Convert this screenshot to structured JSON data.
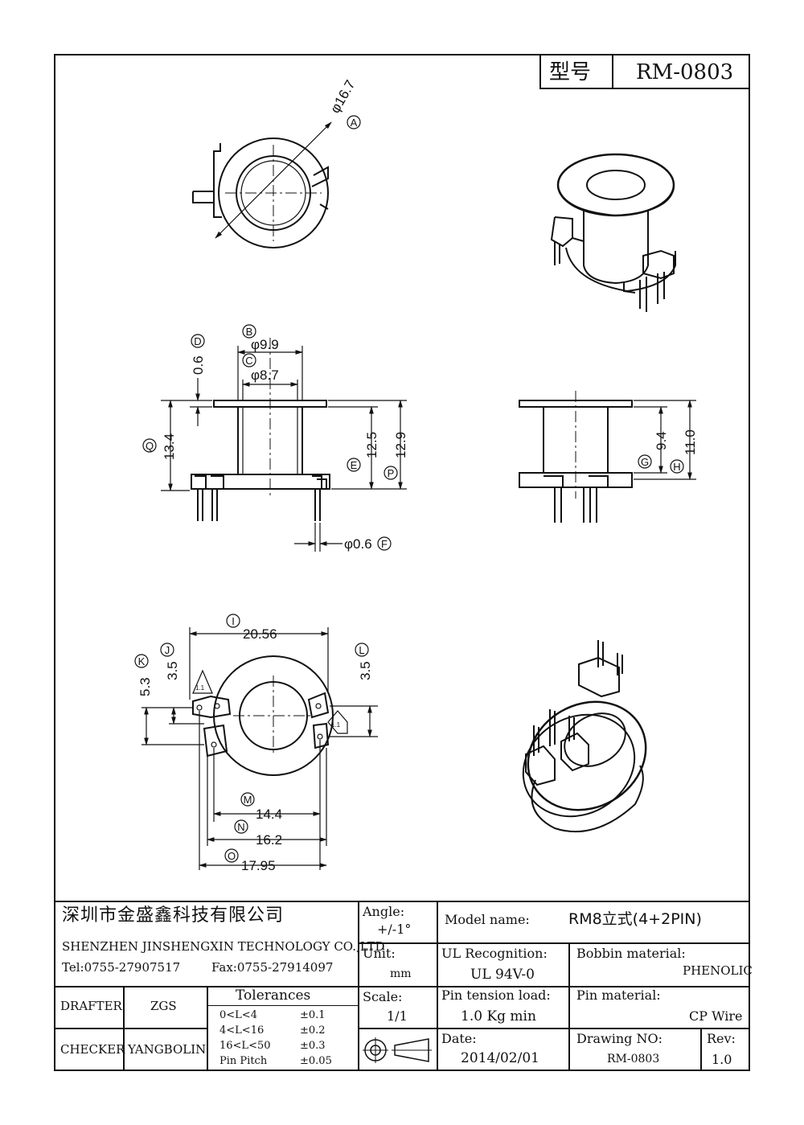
{
  "header": {
    "model_label": "型号",
    "model_value": "RM-0803"
  },
  "dimensions": {
    "phi_16_7": "φ16.7",
    "tag_A": "A",
    "phi_9_9": "φ9.9",
    "tag_B": "B",
    "phi_8_7": "φ8.7",
    "tag_C": "C",
    "d_0_6": "0.6",
    "tag_D": "D",
    "d_13_4": "13.4",
    "tag_Q": "Q",
    "d_12_5": "12.5",
    "tag_E": "E",
    "d_12_9": "12.9",
    "tag_P": "P",
    "phi_0_6": "φ0.6",
    "tag_F": "F",
    "d_9_4": "9.4",
    "tag_G": "G",
    "d_11_0": "11.0",
    "tag_H": "H",
    "d_20_56": "20.56",
    "tag_I": "I",
    "d_3_5_left": "3.5",
    "tag_J": "J",
    "d_5_3": "5.3",
    "tag_K": "K",
    "d_3_5_right": "3.5",
    "tag_L": "L",
    "d_14_4": "14.4",
    "tag_M": "M",
    "d_16_2": "16.2",
    "tag_N": "N",
    "d_17_95": "17.95",
    "tag_O": "O",
    "pin_mark": "1.1"
  },
  "title_block": {
    "company_cn": "深圳市金盛鑫科技有限公司",
    "company_en": "SHENZHEN JINSHENGXIN TECHNOLOGY CO.,LTD",
    "tel": "Tel:0755-27907517",
    "fax": "Fax:0755-27914097",
    "drafter_label": "DRAFTER",
    "drafter": "ZGS",
    "checker_label": "CHECKER",
    "checker": "YANGBOLIN",
    "tolerances_label": "Tolerances",
    "tolerances": [
      {
        "range": "0<L<4",
        "value": "±0.1"
      },
      {
        "range": "4<L<16",
        "value": "±0.2"
      },
      {
        "range": "16<L<50",
        "value": "±0.3"
      },
      {
        "range": "Pin Pitch",
        "value": "±0.05"
      }
    ],
    "angle_label": "Angle:",
    "angle": "+/-1°",
    "unit_label": "Unit:",
    "unit": "mm",
    "scale_label": "Scale:",
    "scale": "1/1",
    "model_name_label": "Model name:",
    "model_name": "RM8立式(4+2PIN)",
    "ul_label": "UL Recognition:",
    "ul": "UL 94V-0",
    "bobbin_label": "Bobbin material:",
    "bobbin": "PHENOLIC",
    "tension_label": "Pin tension load:",
    "tension": "1.0 Kg min",
    "pin_material_label": "Pin material:",
    "pin_material": "CP Wire",
    "date_label": "Date:",
    "date": "2014/02/01",
    "drawing_no_label": "Drawing NO:",
    "drawing_no": "RM-0803",
    "rev_label": "Rev:",
    "rev": "1.0"
  }
}
